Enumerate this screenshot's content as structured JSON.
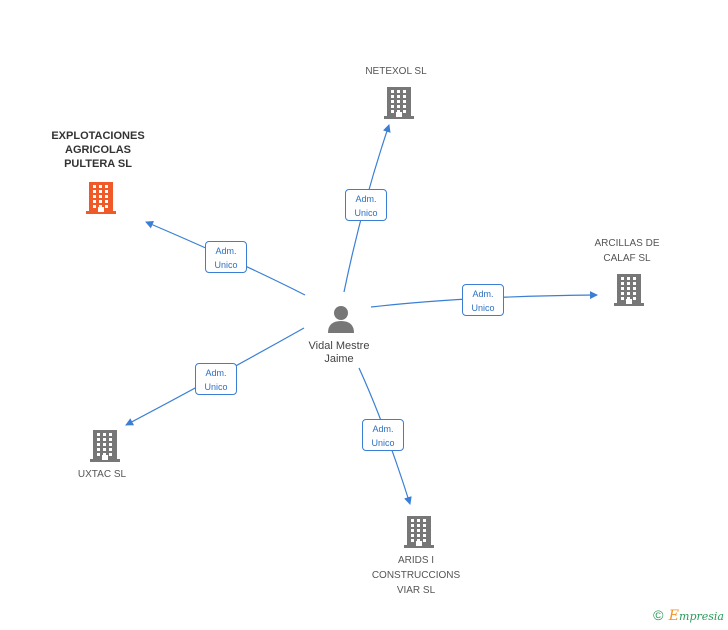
{
  "center": {
    "name": "Vidal Mestre\nJaime",
    "icon": "person-icon"
  },
  "companies": [
    {
      "id": "netexol",
      "name": "NETEXOL SL",
      "icon": "building-icon",
      "color": "#777777",
      "highlight": false
    },
    {
      "id": "explotaciones",
      "name": "EXPLOTACIONES\nAGRICOLAS\nPULTERA SL",
      "icon": "building-icon",
      "color": "#f05a28",
      "highlight": true
    },
    {
      "id": "arcillas",
      "name": "ARCILLAS DE\nCALAF SL",
      "icon": "building-icon",
      "color": "#777777",
      "highlight": false
    },
    {
      "id": "uxtac",
      "name": "UXTAC SL",
      "icon": "building-icon",
      "color": "#777777",
      "highlight": false
    },
    {
      "id": "arids",
      "name": "ARIDS I\nCONSTRUCCIONS\nVIAR SL",
      "icon": "building-icon",
      "color": "#777777",
      "highlight": false
    }
  ],
  "edges": [
    {
      "to": "netexol",
      "line1": "Adm.",
      "line2": "Unico"
    },
    {
      "to": "explotaciones",
      "line1": "Adm.",
      "line2": "Unico"
    },
    {
      "to": "arcillas",
      "line1": "Adm.",
      "line2": "Unico"
    },
    {
      "to": "uxtac",
      "line1": "Adm.",
      "line2": "Unico"
    },
    {
      "to": "arids",
      "line1": "Adm.",
      "line2": "Unico"
    }
  ],
  "colors": {
    "edge": "#3a7fd5",
    "building": "#777777",
    "highlight": "#f05a28",
    "person": "#777777"
  },
  "footer": {
    "copyright": "©",
    "brand_first": "E",
    "brand_rest": "mpresia"
  }
}
